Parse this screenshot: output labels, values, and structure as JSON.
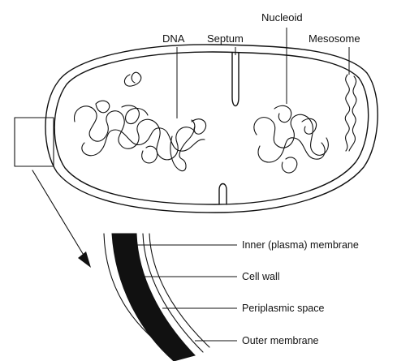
{
  "labels": {
    "nucleoid": "Nucleoid",
    "dna": "DNA",
    "septum": "Septum",
    "mesosome": "Mesosome",
    "inner_membrane": "Inner (plasma) membrane",
    "cell_wall": "Cell wall",
    "periplasmic_space": "Periplasmic space",
    "outer_membrane": "Outer membrane"
  },
  "colors": {
    "ink": "#111111",
    "background": "#ffffff"
  }
}
